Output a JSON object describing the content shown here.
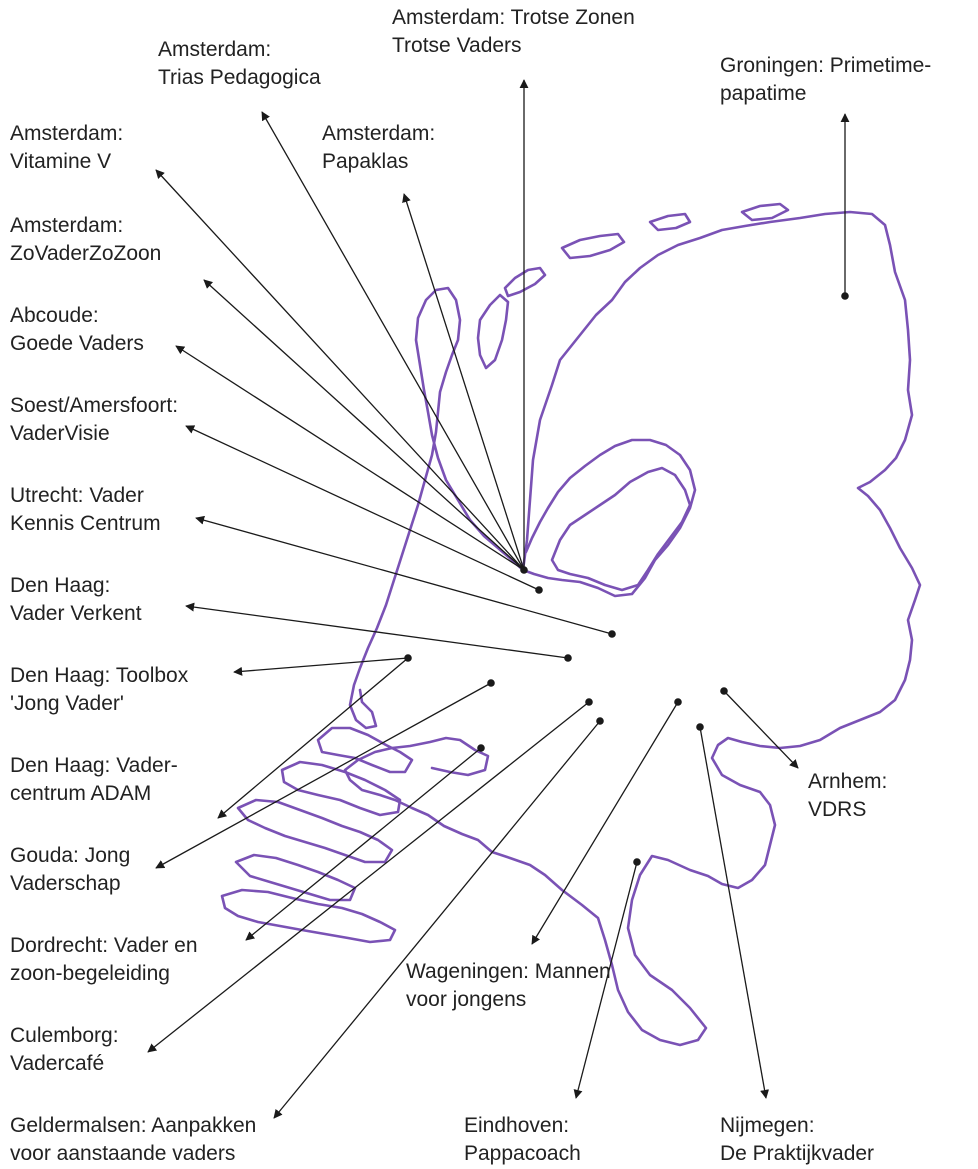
{
  "colors": {
    "outline": "#7a52b5",
    "lines": "#1a1a1a",
    "text": "#222222"
  },
  "labels": [
    {
      "id": "ams-trotse",
      "lines": [
        "Amsterdam: Trotse Zonen",
        "Trotse Vaders"
      ]
    },
    {
      "id": "ams-trias",
      "lines": [
        "Amsterdam:",
        "Trias Pedagogica"
      ]
    },
    {
      "id": "groningen",
      "lines": [
        "Groningen: Primetime-",
        "papatime"
      ]
    },
    {
      "id": "ams-vitamine",
      "lines": [
        "Amsterdam:",
        "Vitamine V"
      ]
    },
    {
      "id": "ams-papaklas",
      "lines": [
        "Amsterdam:",
        "Papaklas"
      ]
    },
    {
      "id": "ams-zovader",
      "lines": [
        "Amsterdam:",
        "ZoVaderZoZoon"
      ]
    },
    {
      "id": "abcoude",
      "lines": [
        "Abcoude:",
        "Goede Vaders"
      ]
    },
    {
      "id": "soest",
      "lines": [
        "Soest/Amersfoort:",
        "VaderVisie"
      ]
    },
    {
      "id": "utrecht",
      "lines": [
        "Utrecht: Vader",
        "Kennis Centrum"
      ]
    },
    {
      "id": "denhaag-verkent",
      "lines": [
        "Den Haag:",
        "Vader Verkent"
      ]
    },
    {
      "id": "denhaag-toolbox",
      "lines": [
        "Den Haag: Toolbox",
        "'Jong Vader'"
      ]
    },
    {
      "id": "arnhem",
      "lines": [
        "Arnhem:",
        "VDRS"
      ]
    },
    {
      "id": "denhaag-adam",
      "lines": [
        "Den Haag: Vader-",
        "centrum ADAM"
      ]
    },
    {
      "id": "gouda",
      "lines": [
        "Gouda: Jong",
        "Vaderschap"
      ]
    },
    {
      "id": "dordrecht",
      "lines": [
        "Dordrecht: Vader en",
        "zoon-begeleiding"
      ]
    },
    {
      "id": "wageningen",
      "lines": [
        "Wageningen: Mannen",
        "voor jongens"
      ]
    },
    {
      "id": "culemborg",
      "lines": [
        "Culemborg:",
        "Vadercafé"
      ]
    },
    {
      "id": "geldermalsen",
      "lines": [
        "Geldermalsen: Aanpakken",
        "voor aanstaande vaders"
      ]
    },
    {
      "id": "eindhoven",
      "lines": [
        "Eindhoven:",
        "Pappacoach"
      ]
    },
    {
      "id": "nijmegen",
      "lines": [
        "Nijmegen:",
        "De Praktijkvader"
      ]
    }
  ]
}
